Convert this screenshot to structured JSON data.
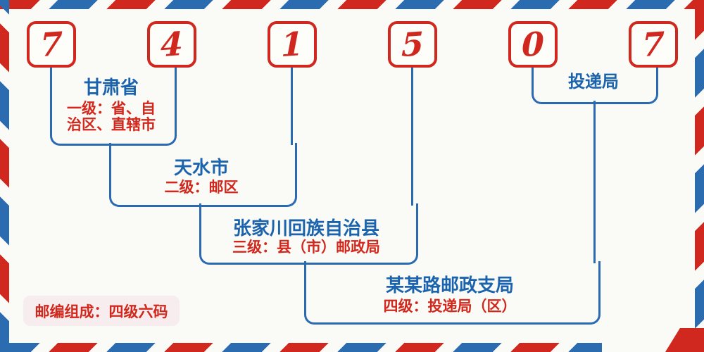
{
  "postal_code": {
    "value": "741507",
    "digits": [
      "7",
      "4",
      "1",
      "5",
      "0",
      "7"
    ]
  },
  "levels": [
    {
      "name": "甘肃省",
      "desc_lines": [
        "一级：省、自",
        "治区、直辖市"
      ]
    },
    {
      "name": "天水市",
      "desc_lines": [
        "二级：邮区"
      ]
    },
    {
      "name": "张家川回族自治县",
      "desc_lines": [
        "三级：县（市）邮政局"
      ]
    },
    {
      "name": "某某路邮政支局",
      "desc_lines": [
        "四级：投递局（区）"
      ]
    }
  ],
  "delivery_office_label": "投递局",
  "note": "邮编组成：四级六码",
  "colors": {
    "red": "#d0281e",
    "blue_text": "#1b64ad",
    "blue_line": "#2b6ab1",
    "note_background": "#f7edee",
    "page_background": "#fafaf6"
  }
}
